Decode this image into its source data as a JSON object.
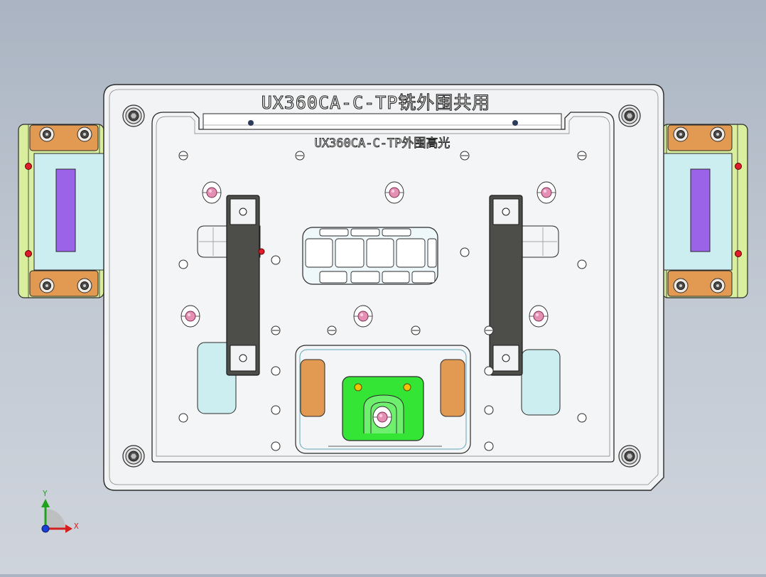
{
  "drawing": {
    "title_main": "UX360CA-C-TP铣外围共用",
    "title_sub": "UX360CA-C-TP外围高光"
  },
  "axes": {
    "x_label": "X",
    "y_label": "Y"
  },
  "colors": {
    "background_top": "#aab4c2",
    "plate": "#f2f3f4",
    "inner_plate": "#f4f5f6",
    "side_block": "#d9ef9e",
    "side_slot": "#cdeef0",
    "clamp_pad": "#e29a53",
    "purple_bar": "#9a63e8",
    "lever": "#4d4d4a",
    "green_block": "#35e535",
    "pink_pin": "#e68fb5",
    "outline": "#2a2a2a"
  },
  "icons": {
    "screw": "socket-screw-icon",
    "pin": "locating-pin-icon",
    "triad": "xy-axis-triad-icon"
  }
}
